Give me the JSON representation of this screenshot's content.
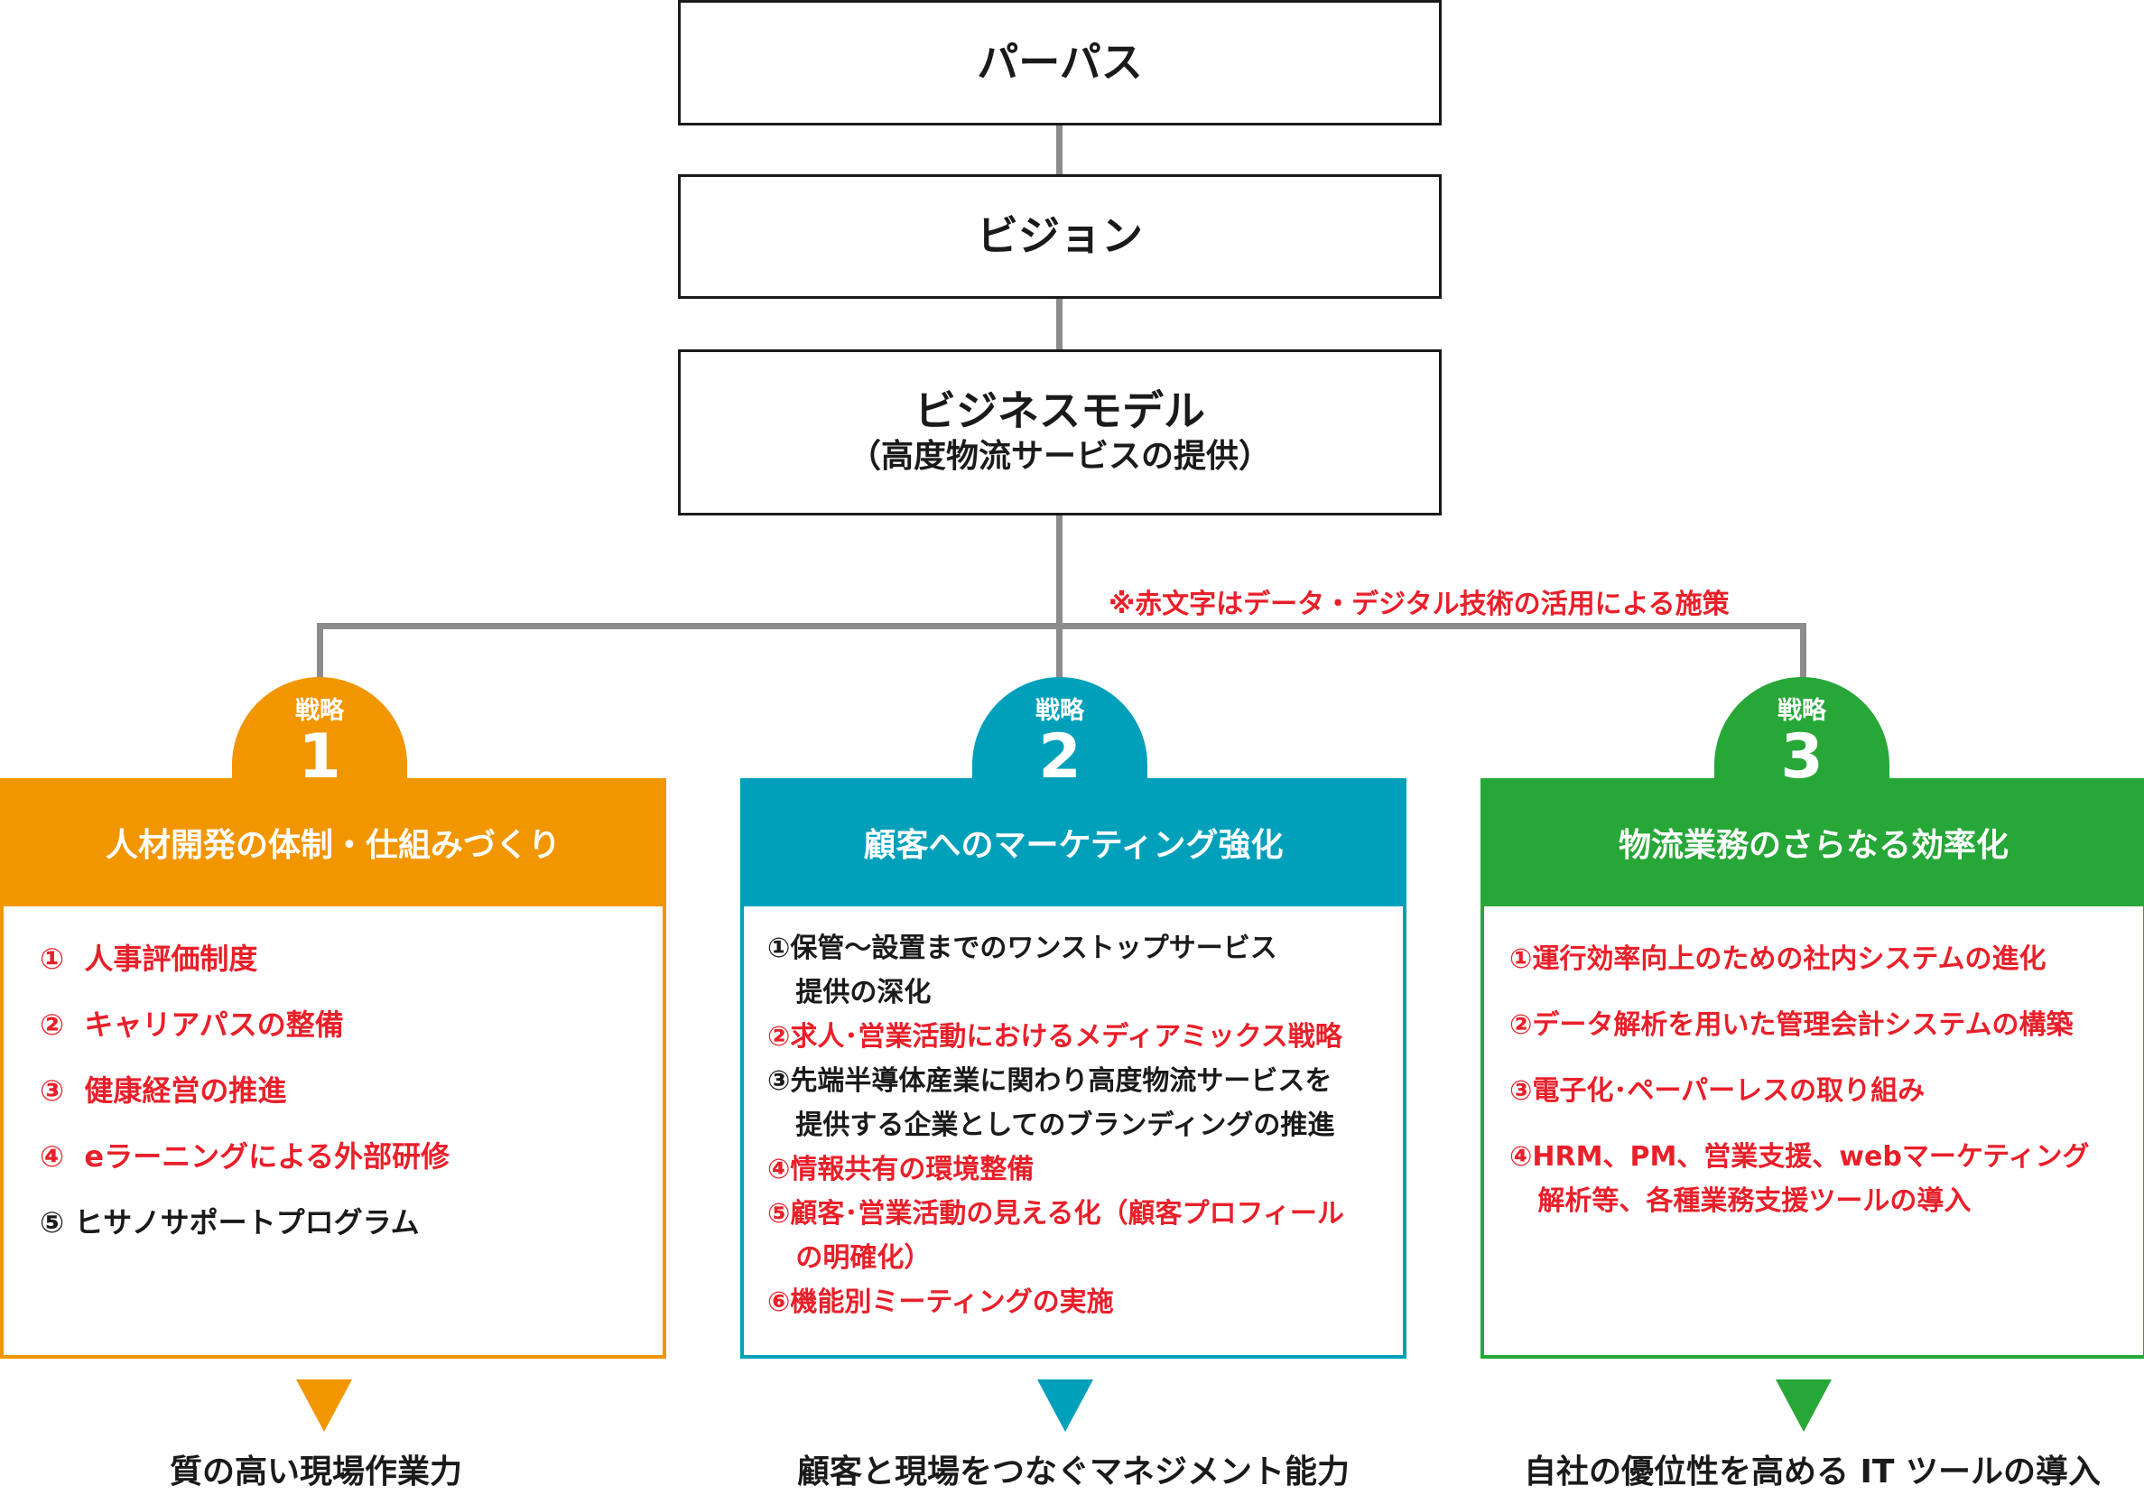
{
  "purpose": {
    "label": "パーパス"
  },
  "vision": {
    "label": "ビジョン"
  },
  "business_model": {
    "label": "ビジネスモデル",
    "sub": "（高度物流サービスの提供）"
  },
  "note": "※赤文字はデータ・デジタル技術の活用による施策",
  "strategy_label": "戦略",
  "colors": {
    "orange": "#f29600",
    "teal": "#00a0bb",
    "green": "#27a738",
    "red": "#e8202a",
    "connector": "#8c8c8c"
  },
  "strategies": [
    {
      "number": "1",
      "title": "人材開発の体制・仕組みづくり",
      "items": [
        {
          "text": "①  人事評価制度",
          "red": true
        },
        {
          "text": "②  キャリアパスの整備",
          "red": true
        },
        {
          "text": "③  健康経営の推進",
          "red": true
        },
        {
          "text": "④  eラーニングによる外部研修",
          "red": true
        },
        {
          "text": "⑤ ヒサノサポートプログラム",
          "red": false
        }
      ],
      "result": "質の高い現場作業力"
    },
    {
      "number": "2",
      "title": "顧客へのマーケティング強化",
      "items": [
        {
          "text": "①保管～設置までのワンストップサービス\n   提供の深化",
          "red": false
        },
        {
          "text": "②求人･営業活動におけるメディアミックス戦略",
          "red": true
        },
        {
          "text": "③先端半導体産業に関わり高度物流サービスを\n   提供する企業としてのブランディングの推進",
          "red": false
        },
        {
          "text": "④情報共有の環境整備",
          "red": true
        },
        {
          "text": "⑤顧客･営業活動の見える化（顧客プロフィール\n   の明確化）",
          "red": true
        },
        {
          "text": "⑥機能別ミーティングの実施",
          "red": true
        }
      ],
      "result": "顧客と現場をつなぐマネジメント能力"
    },
    {
      "number": "3",
      "title": "物流業務のさらなる効率化",
      "items": [
        {
          "text": "①運行効率向上のための社内システムの進化",
          "red": true
        },
        {
          "text": "②データ解析を用いた管理会計システムの構築",
          "red": true
        },
        {
          "text": "③電子化･ペーパーレスの取り組み",
          "red": true
        },
        {
          "text": "④HRM、PM、営業支援、webマーケティング\n   解析等、各種業務支援ツールの導入",
          "red": true
        }
      ],
      "result": "自社の優位性を高める IT ツールの導入"
    }
  ]
}
